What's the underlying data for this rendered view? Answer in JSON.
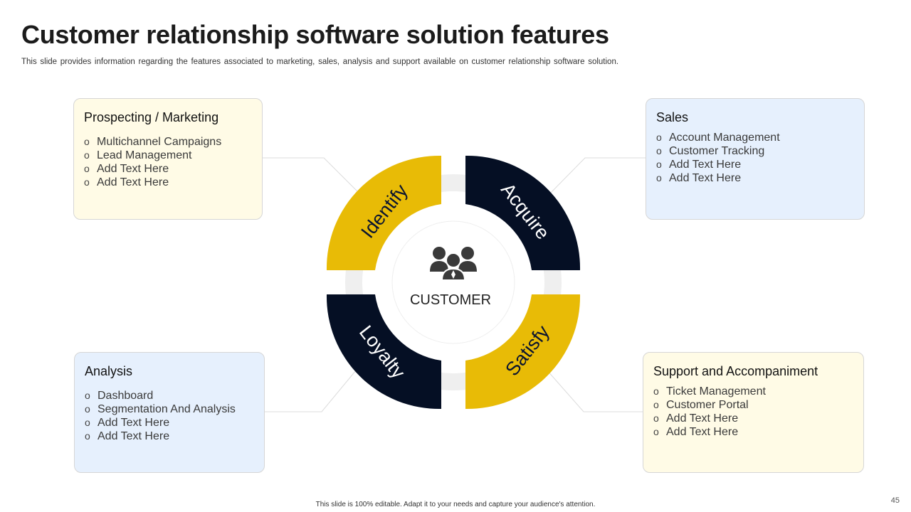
{
  "slide": {
    "title": "Customer relationship software solution features",
    "subtitle": "This slide provides  information  regarding  the features associated to marketing, sales, analysis and support available  on customer relationship software  solution.",
    "footer": "This slide is 100% editable.  Adapt it to your needs and capture your audience's attention.",
    "page_number": "45"
  },
  "cycle": {
    "center_label": "CUSTOMER",
    "center_icon": "people-group-icon",
    "segments": [
      {
        "label": "Identify",
        "color": "#e8bb06"
      },
      {
        "label": "Acquire",
        "color": "#050f24"
      },
      {
        "label": "Satisfy",
        "color": "#e8bb06"
      },
      {
        "label": "Loyalty",
        "color": "#050f24"
      }
    ]
  },
  "boxes": {
    "top_left": {
      "title": "Prospecting / Marketing",
      "items": [
        "Multichannel  Campaigns",
        "Lead Management",
        "Add Text Here",
        "Add Text Here"
      ]
    },
    "top_right": {
      "title": "Sales",
      "items": [
        "Account Management",
        "Customer Tracking",
        "Add Text Here",
        "Add Text Here"
      ]
    },
    "bottom_left": {
      "title": "Analysis",
      "items": [
        "Dashboard",
        "Segmentation And Analysis",
        "Add Text Here",
        "Add Text Here"
      ]
    },
    "bottom_right": {
      "title": "Support and Accompaniment",
      "items": [
        "Ticket Management",
        "Customer Portal",
        "Add Text Here",
        "Add Text Here"
      ]
    }
  },
  "bullet_symbol": "o",
  "colors": {
    "yellow_box": "#fffbe6",
    "blue_box": "#e6f0fd",
    "accent_yellow": "#e8bb06",
    "accent_navy": "#050f24"
  }
}
